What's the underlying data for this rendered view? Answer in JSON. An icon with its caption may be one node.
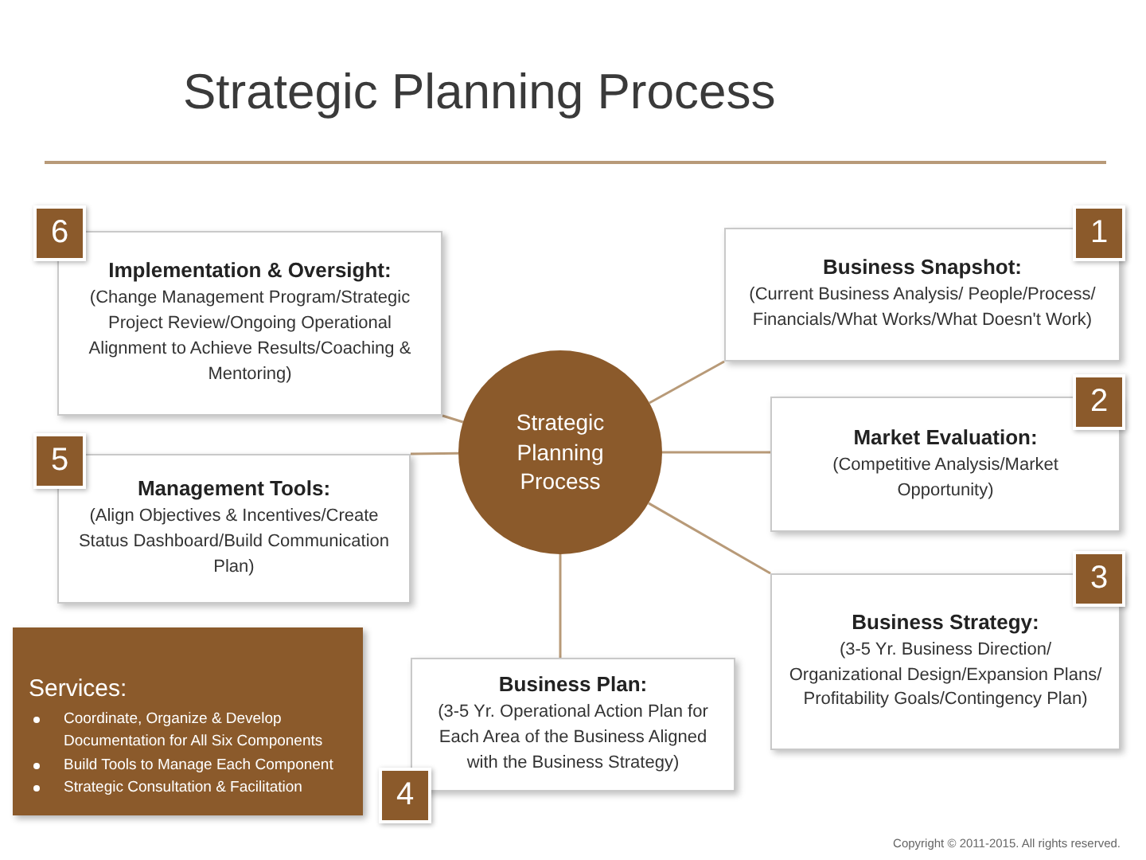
{
  "diagram": {
    "title": "Strategic Planning Process",
    "nodes": [
      {
        "text": [
          "Strategic Planning Process"
        ]
      },
      {
        "text": [
          "1",
          "Business Snapshot:",
          "(Current Business Analysis/ People/Process/ Financials/What Works/What Doesn't Work)"
        ]
      },
      {
        "text": [
          "2",
          "Market Evaluation:",
          "(Competitive Analysis/Market Opportunity)"
        ]
      },
      {
        "text": [
          "3",
          "Business Strategy:",
          "(3-5 Yr. Business Direction/ Organizational Design/Expansion Plans/ Profitability Goals/Contingency Plan)"
        ]
      },
      {
        "text": [
          "4",
          "Business Plan:",
          "(3-5 Yr. Operational Action Plan for Each Area of the Business Aligned with the Business Strategy)"
        ]
      },
      {
        "text": [
          "5",
          "Management Tools:",
          "(Align Objectives & Incentives/Create Status Dashboard/Build Communication Plan)"
        ]
      },
      {
        "text": [
          "6",
          "Implementation & Oversight:",
          "(Change Management Program/Strategic Project Review/Ongoing Operational Alignment to Achieve Results/Coaching & Mentoring)"
        ]
      },
      {
        "text": [
          "Services:",
          "Coordinate, Organize & Develop Documentation for All Six Components",
          "Build Tools to Manage Each Component",
          "Strategic Consultation & Facilitation"
        ]
      }
    ],
    "edges": [
      {
        "from": 0,
        "to": 1,
        "arrow": "none"
      },
      {
        "from": 0,
        "to": 2,
        "arrow": "none"
      },
      {
        "from": 0,
        "to": 3,
        "arrow": "none"
      },
      {
        "from": 0,
        "to": 4,
        "arrow": "none"
      },
      {
        "from": 0,
        "to": 5,
        "arrow": "none"
      },
      {
        "from": 0,
        "to": 6,
        "arrow": "none"
      }
    ],
    "labels": [
      "Copyright © 2011-2015. All rights reserved."
    ]
  }
}
